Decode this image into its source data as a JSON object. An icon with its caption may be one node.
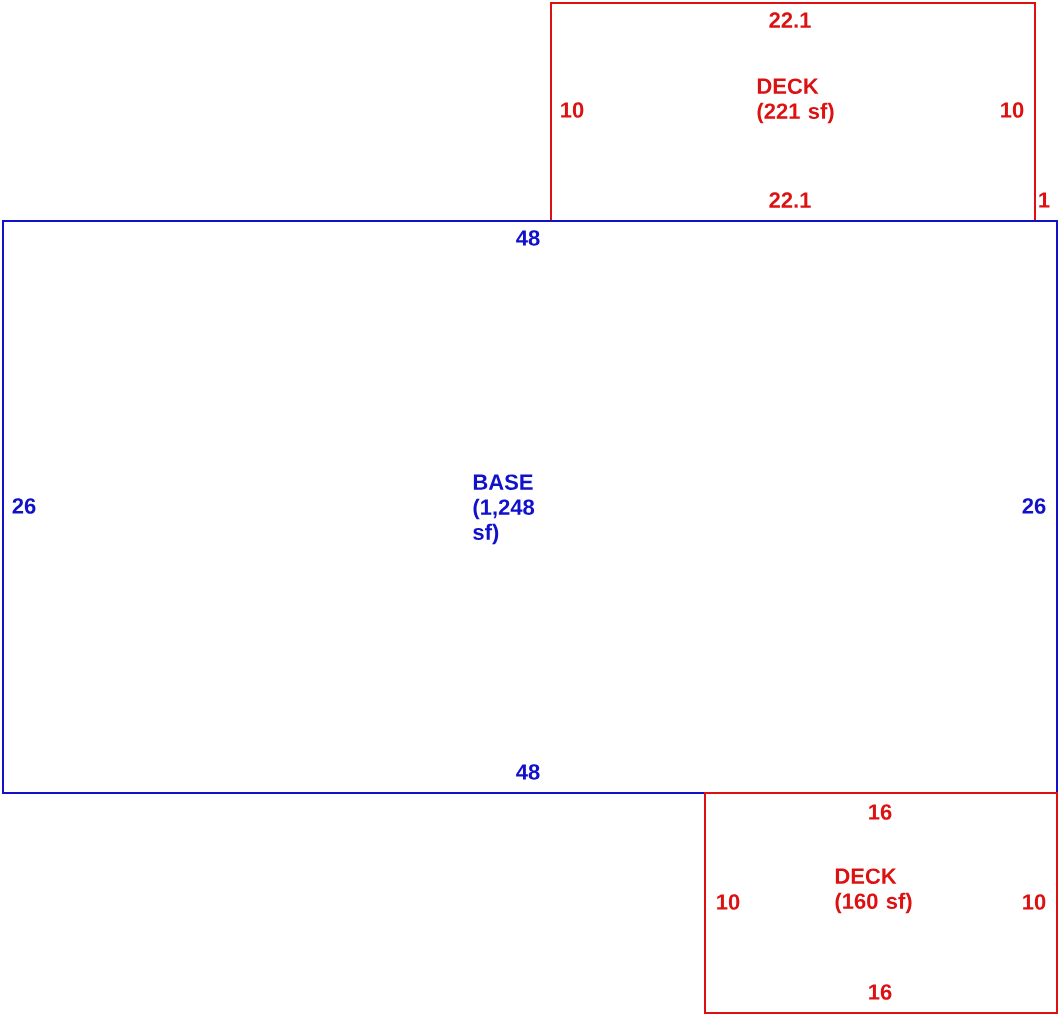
{
  "diagram": {
    "nodes": [
      {
        "text": [
          "DECK (221 sf)"
        ]
      },
      {
        "text": [
          "BASE (1,248 sf)"
        ]
      },
      {
        "text": [
          "DECK (160 sf)"
        ]
      }
    ],
    "labels": [
      "22.1",
      "10",
      "10",
      "22.1",
      "1",
      "48",
      "26",
      "26",
      "48",
      "16",
      "10",
      "10",
      "16"
    ]
  }
}
